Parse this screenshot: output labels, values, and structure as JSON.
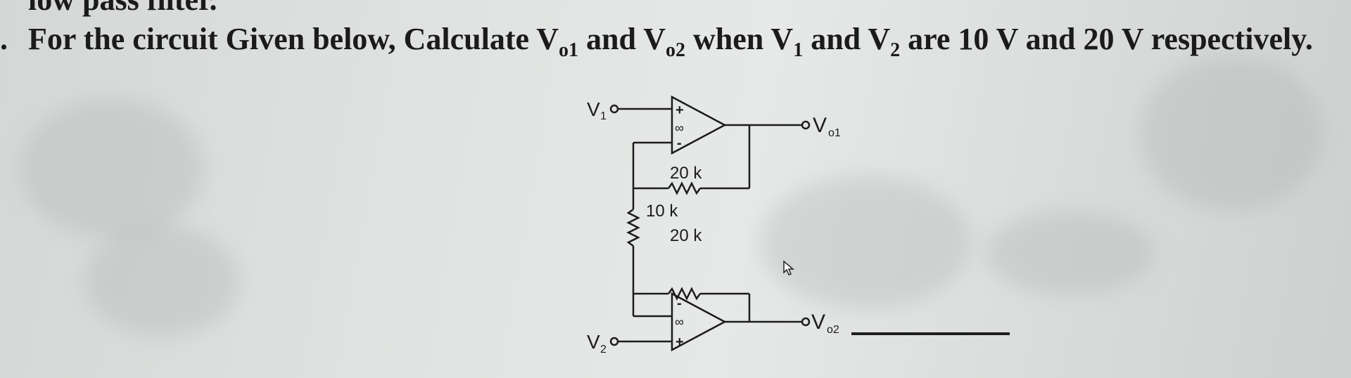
{
  "document": {
    "top_fragment": "low pass filter.",
    "question_number": ".",
    "question_text_parts": {
      "p1": "For the circuit Given below, Calculate V",
      "s1": "o1",
      "p2": " and V",
      "s2": "o2",
      "p3": " when V",
      "s3": "1",
      "p4": " and V",
      "s4": "2",
      "p5": " are 10 V and 20 V respectively."
    }
  },
  "circuit": {
    "labels": {
      "v1": "V",
      "v1_sub": "1",
      "v2": "V",
      "v2_sub": "2",
      "vo1": "V",
      "vo1_sub": "o1",
      "vo2": "V",
      "vo2_sub": "o2",
      "r_top": "20 k",
      "r_left": "10 k",
      "r_mid": "20 k",
      "plus": "+",
      "minus": "-",
      "infinity": "∞"
    }
  }
}
